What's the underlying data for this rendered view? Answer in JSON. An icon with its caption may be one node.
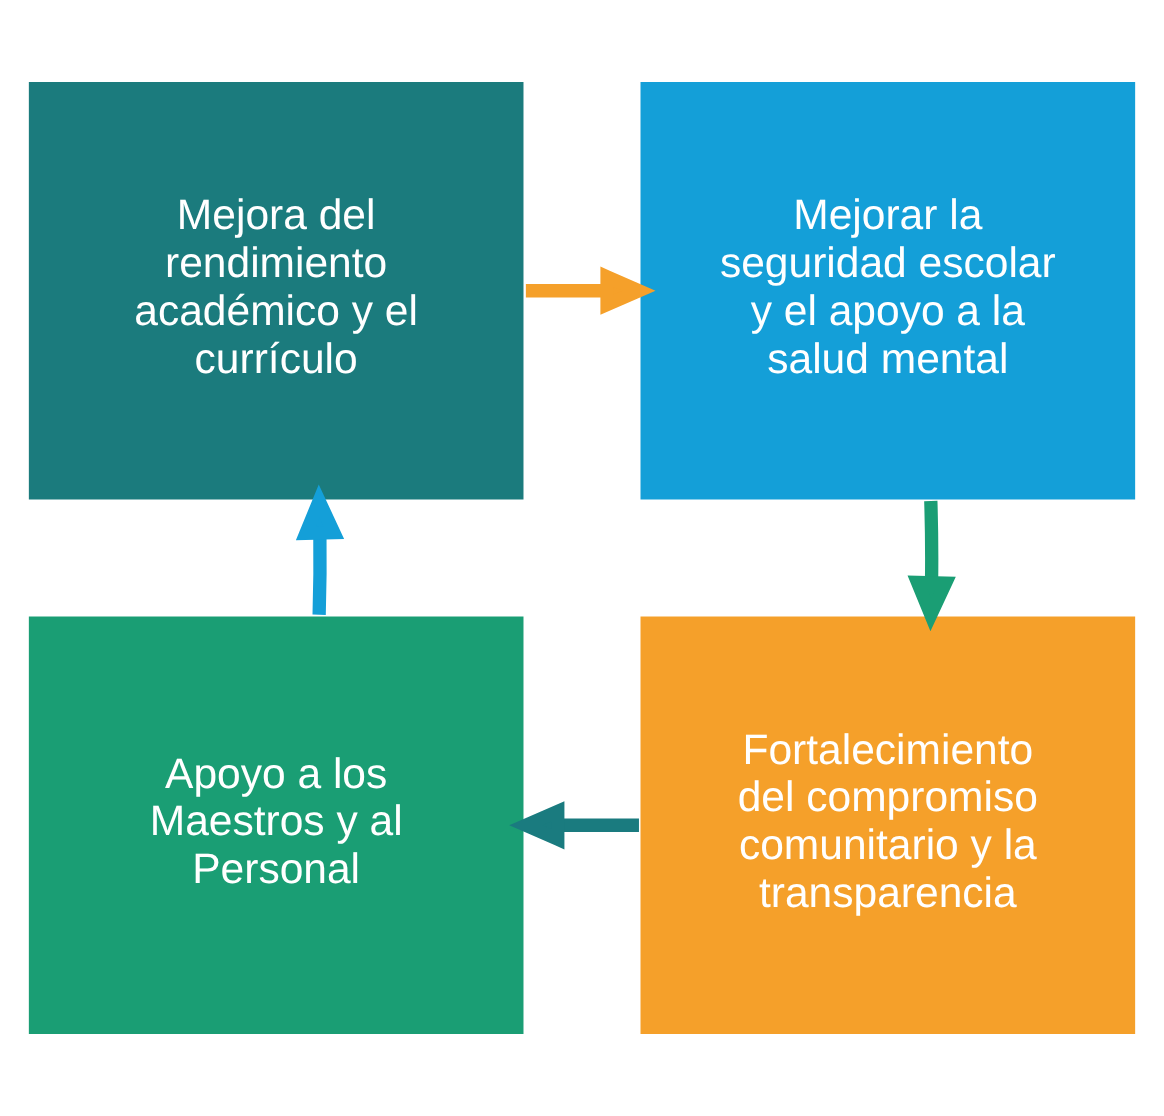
{
  "diagram": {
    "nodes": [
      {
        "text": [
          "Mejora del rendimiento académico y el currículo"
        ]
      },
      {
        "text": [
          "Mejorar la seguridad escolar y el apoyo a la salud mental"
        ]
      },
      {
        "text": [
          "Apoyo a los Maestros y al Personal"
        ]
      },
      {
        "text": [
          "Fortalecimiento del compromiso comunitario y la transparencia"
        ]
      }
    ],
    "edges": [
      {
        "from": 0,
        "to": 1,
        "arrow": "to",
        "color": "#f5a02a"
      },
      {
        "from": 1,
        "to": 3,
        "arrow": "to",
        "color": "#1a9e74"
      },
      {
        "from": 3,
        "to": 2,
        "arrow": "to",
        "color": "#1a7b7f"
      },
      {
        "from": 2,
        "to": 0,
        "arrow": "to",
        "color": "#149fd8"
      }
    ]
  }
}
